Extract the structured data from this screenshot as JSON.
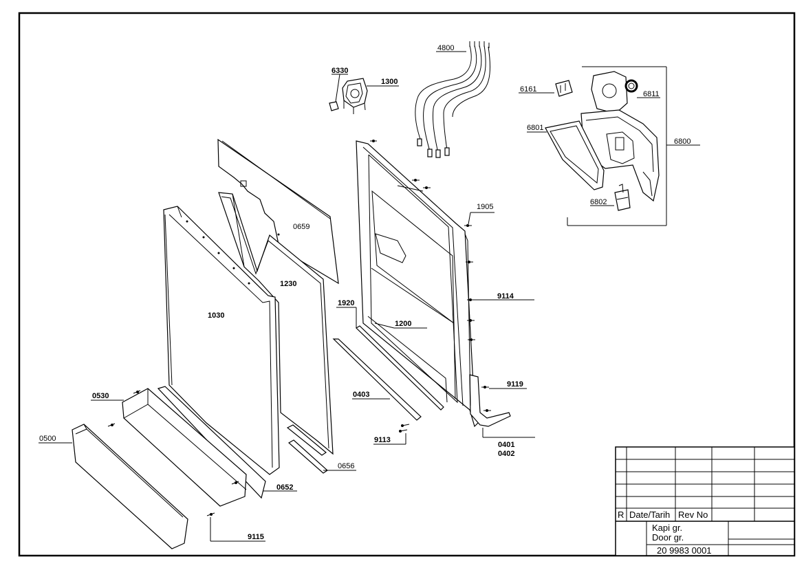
{
  "callouts": {
    "c4800": "4800",
    "c6330": "6330",
    "c1300": "1300",
    "c6161": "6161",
    "c6811": "6811",
    "c6801": "6801",
    "c6800": "6800",
    "c6802": "6802",
    "c1905": "1905",
    "c0659": "0659",
    "c1230": "1230",
    "c1030": "1030",
    "c9114": "9114",
    "c1920": "1920",
    "c1200": "1200",
    "c9119": "9119",
    "c0530": "0530",
    "c0403": "0403",
    "c0401": "0401",
    "c0402": "0402",
    "c9113": "9113",
    "c0500": "0500",
    "c0656": "0656",
    "c0652": "0652",
    "c9115": "9115"
  },
  "title_block": {
    "rev_marker": "R",
    "date_header": "Date/Tarih",
    "rev_header": "Rev No",
    "title_line1": "Kapi gr.",
    "title_line2": "Door gr.",
    "drawing_number": "20 9983 0001"
  }
}
